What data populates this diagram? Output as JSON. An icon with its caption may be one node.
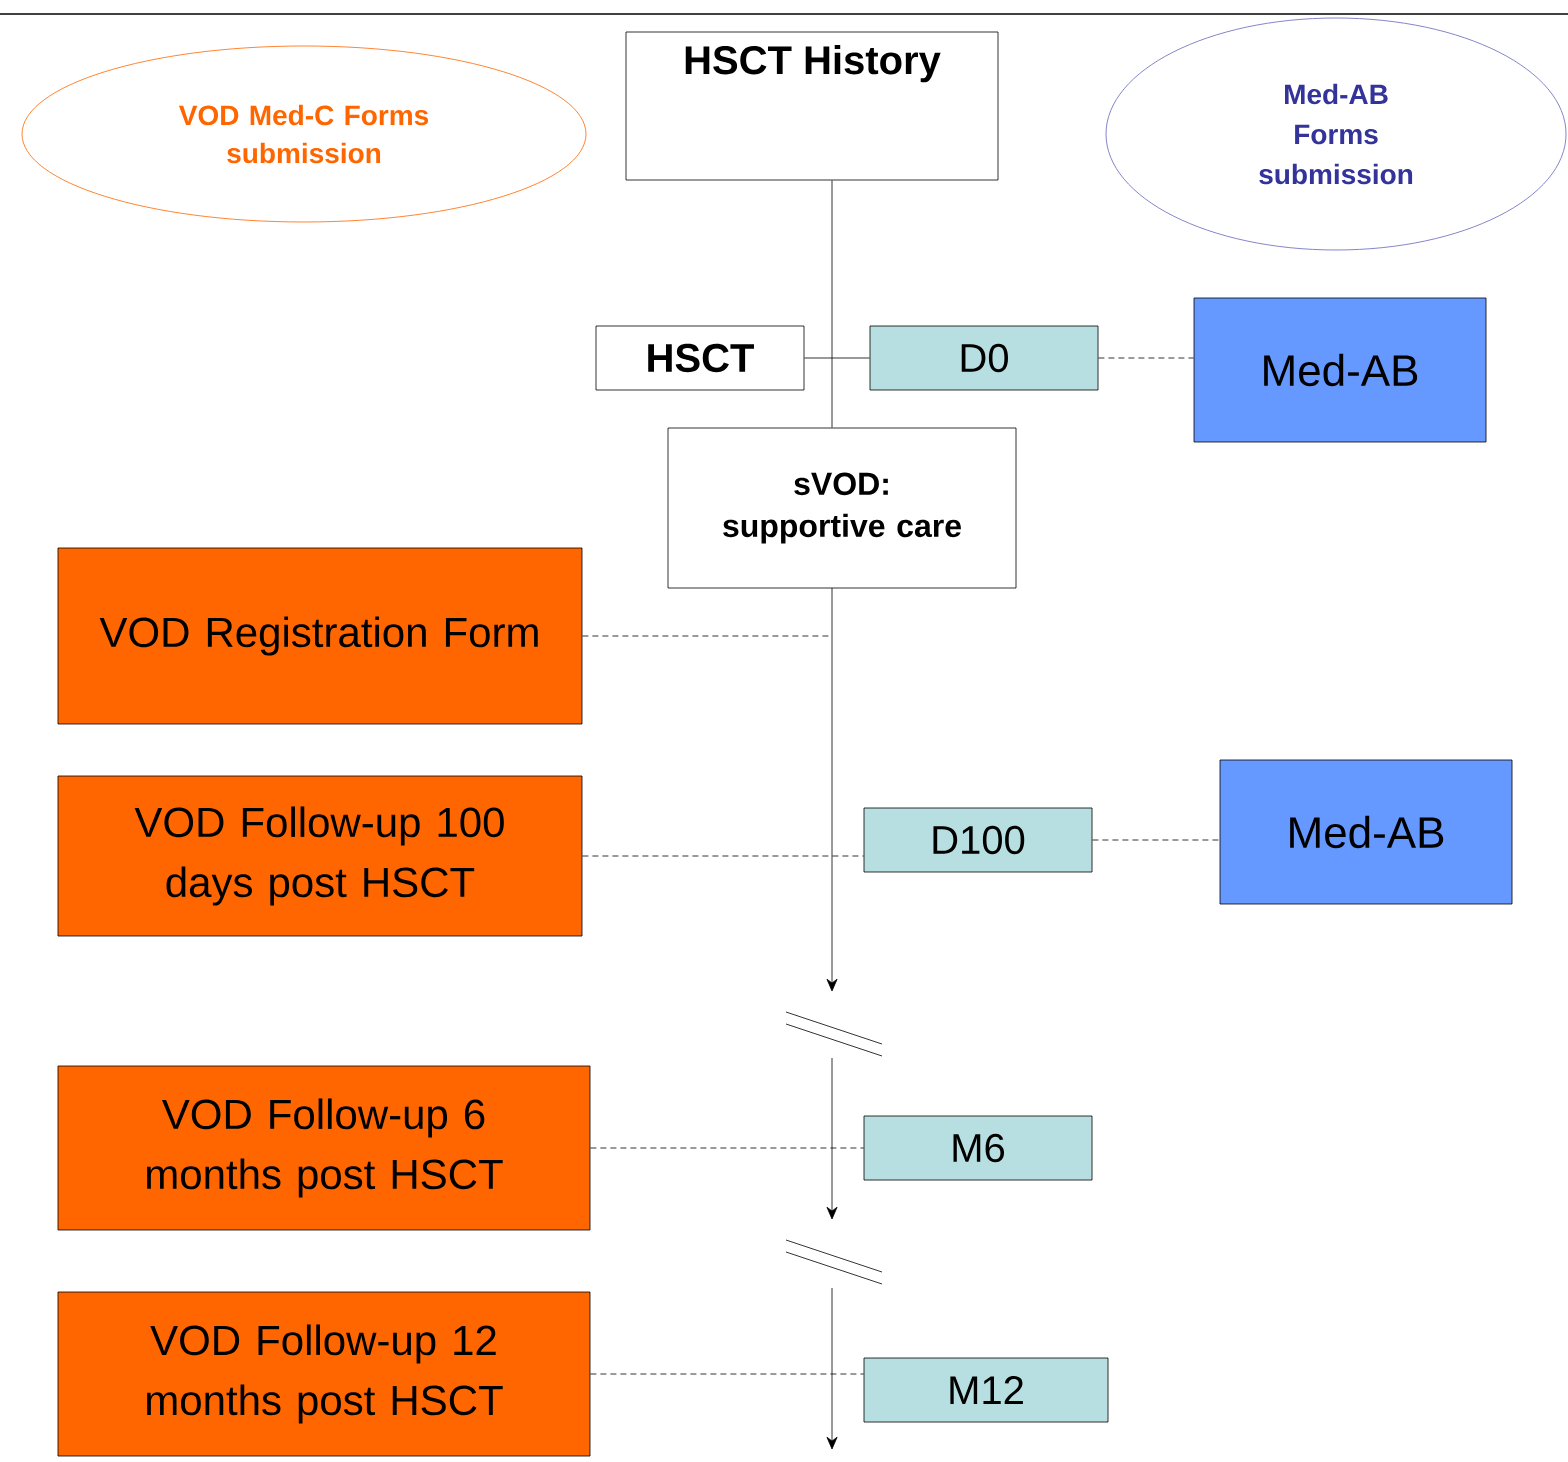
{
  "diagram": {
    "nodes": [
      {
        "text": [
          "VOD Med-C Forms submission"
        ]
      },
      {
        "text": [
          "HSCT History"
        ]
      },
      {
        "text": [
          "Med-AB Forms submission"
        ]
      },
      {
        "text": [
          "HSCT"
        ]
      },
      {
        "text": [
          "D0"
        ]
      },
      {
        "text": [
          "Med-AB"
        ]
      },
      {
        "text": [
          "sVOD: supportive care"
        ]
      },
      {
        "text": [
          "VOD Registration Form"
        ]
      },
      {
        "text": [
          "VOD Follow-up 100 days post HSCT"
        ]
      },
      {
        "text": [
          "D100"
        ]
      },
      {
        "text": [
          "Med-AB"
        ]
      },
      {
        "text": [
          "VOD Follow-up 6 months post HSCT"
        ]
      },
      {
        "text": [
          "M6"
        ]
      },
      {
        "text": [
          "VOD Follow-up 12 months post HSCT"
        ]
      },
      {
        "text": [
          "M12"
        ]
      }
    ],
    "edges": [
      {
        "from": 1,
        "to": 6,
        "arrow": "none"
      },
      {
        "from": 3,
        "to": 4,
        "arrow": "none"
      },
      {
        "from": 4,
        "to": 5,
        "arrow": "none",
        "style": "dashed"
      },
      {
        "from": 7,
        "to": null,
        "arrow": "none",
        "style": "dashed"
      },
      {
        "from": 8,
        "to": 9,
        "arrow": "none",
        "style": "dashed"
      },
      {
        "from": 9,
        "to": 10,
        "arrow": "none",
        "style": "dashed"
      },
      {
        "from": 11,
        "to": 12,
        "arrow": "none",
        "style": "dashed"
      },
      {
        "from": 13,
        "to": 14,
        "arrow": "none",
        "style": "dashed"
      }
    ]
  }
}
